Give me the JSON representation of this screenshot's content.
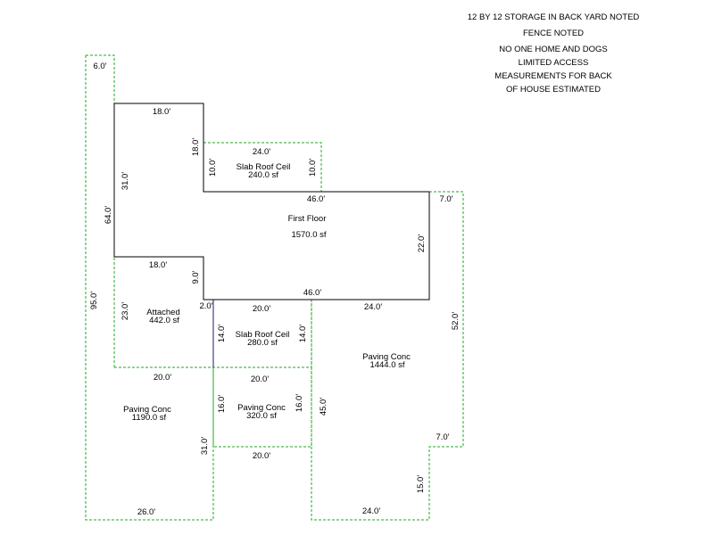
{
  "notes": [
    "12 BY 12 STORAGE IN BACK YARD NOTED",
    "FENCE NOTED",
    "NO ONE HOME AND DOGS",
    "LIMITED ACCESS",
    "MEASUREMENTS FOR BACK",
    "OF HOUSE ESTIMATED"
  ],
  "colors": {
    "building": "#000000",
    "garage": "#1a1a7a",
    "exterior": "#22aa22"
  },
  "areas": {
    "first_floor": {
      "name": "First Floor",
      "area": "1570.0 sf"
    },
    "slab_top": {
      "name": "Slab Roof Ceil",
      "area": "240.0 sf"
    },
    "attached": {
      "name": "Attached",
      "area": "442.0 sf"
    },
    "slab_mid": {
      "name": "Slab Roof Ceil",
      "area": "280.0 sf"
    },
    "paving_right": {
      "name": "Paving Conc",
      "area": "1444.0 sf"
    },
    "paving_left": {
      "name": "Paving Conc",
      "area": "1190.0 sf"
    },
    "paving_mid": {
      "name": "Paving Conc",
      "area": "320.0 sf"
    }
  },
  "dims": {
    "d6": "6.0'",
    "d18a": "18.0'",
    "d18b": "18.0'",
    "d24a": "24.0'",
    "d10a": "10.0'",
    "d10b": "10.0'",
    "d31a": "31.0'",
    "d64": "64.0'",
    "d46a": "46.0'",
    "d7a": "7.0'",
    "d22": "22.0'",
    "d18c": "18.0'",
    "d9": "9.0'",
    "d95": "95.0'",
    "d23": "23.0'",
    "d2": "2.0'",
    "d20a": "20.0'",
    "d46b": "46.0'",
    "d24b": "24.0'",
    "d52": "52.0'",
    "d14a": "14.0'",
    "d14b": "14.0'",
    "d20b": "20.0'",
    "d20c": "20.0'",
    "d16a": "16.0'",
    "d16b": "16.0'",
    "d45": "45.0'",
    "d7b": "7.0'",
    "d31b": "31.0'",
    "d20d": "20.0'",
    "d15": "15.0'",
    "d26": "26.0'",
    "d24c": "24.0'"
  }
}
